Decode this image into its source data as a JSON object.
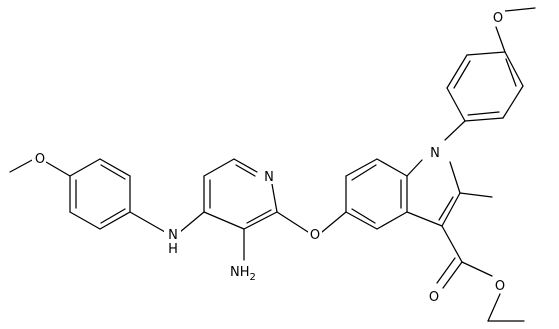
{
  "structure": {
    "atom_labels": {
      "methoxy_O_left": "O",
      "aniline_NH": "N",
      "aniline_H": "H",
      "amino_N": "NH",
      "amino_sub": "2",
      "pyridine_N": "N",
      "ether_O": "O",
      "indole_N": "N",
      "methoxy_O_top": "O",
      "carbonyl_O": "O",
      "ester_O": "O"
    }
  }
}
